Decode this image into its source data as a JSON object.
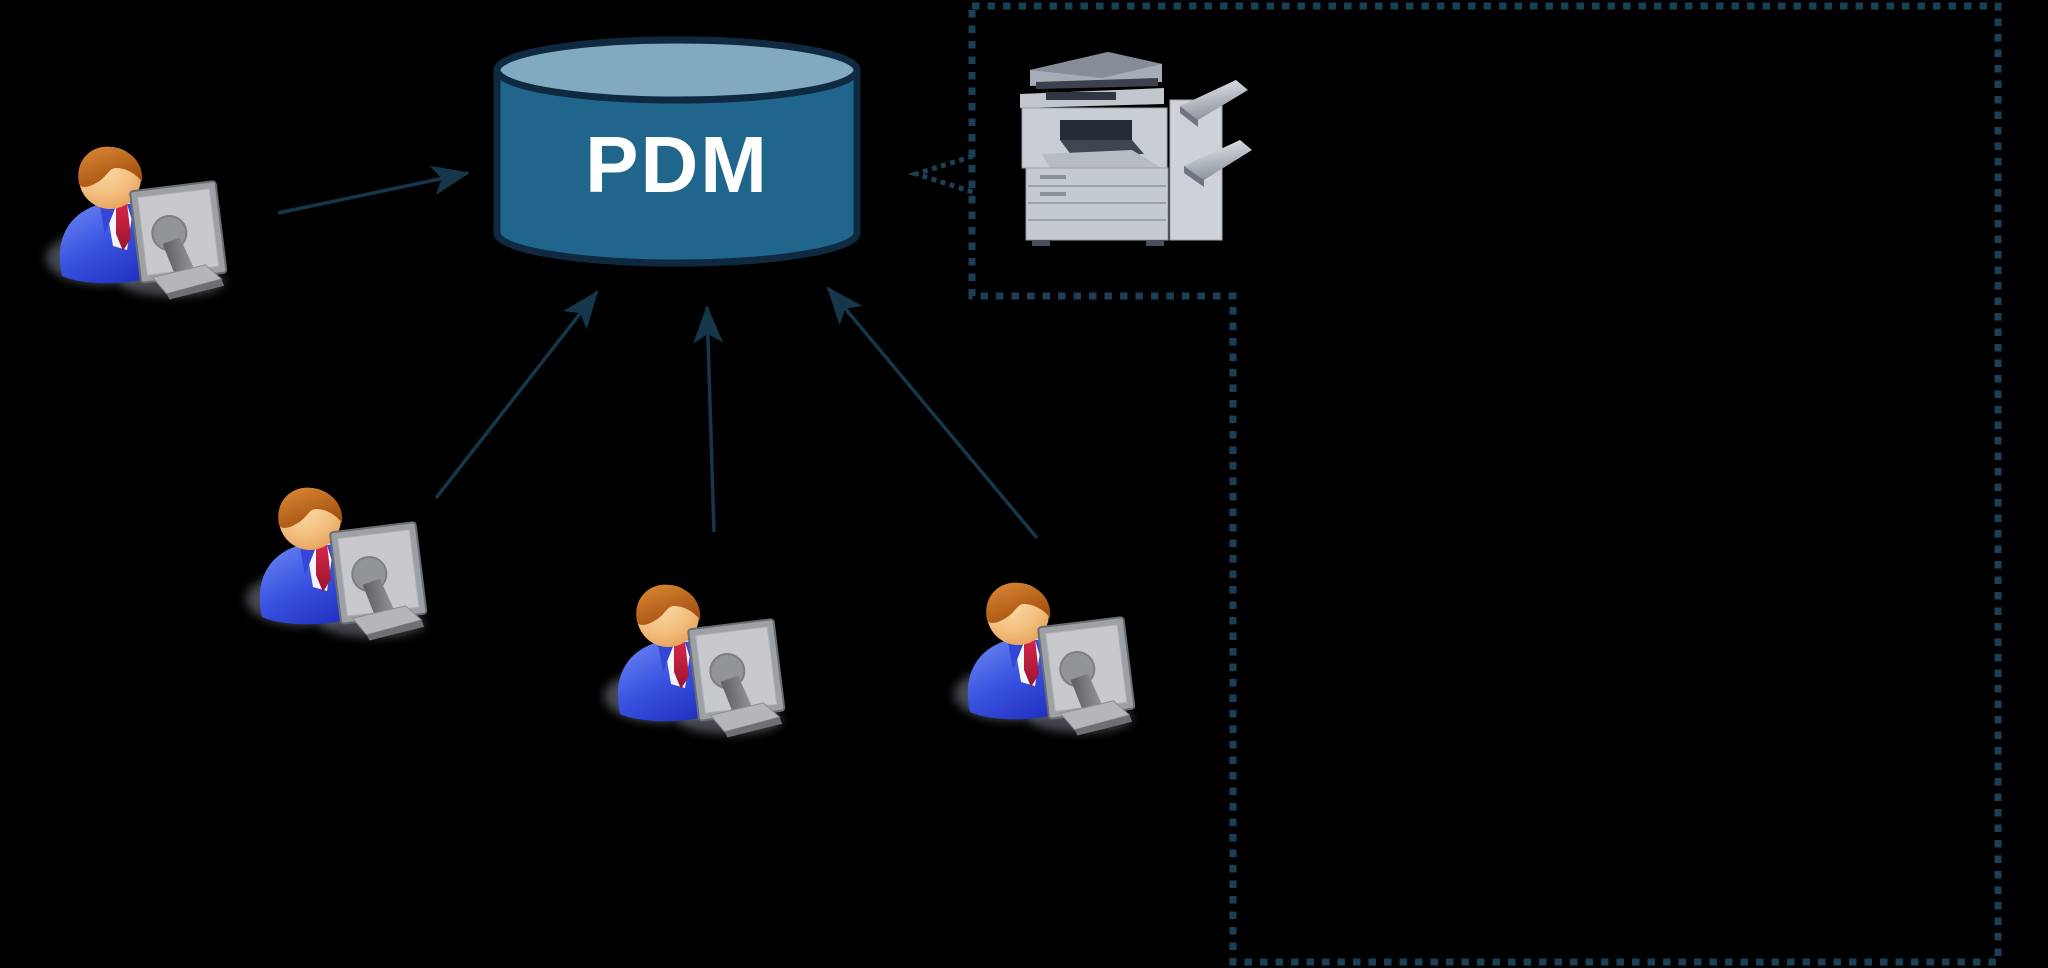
{
  "scene": {
    "background_color": "#000000",
    "pdm_node": {
      "label": "PDM",
      "shape": "database-cylinder",
      "body_color": "#20658C",
      "top_color": "#81A9C0",
      "outline_color": "#0E2940",
      "label_color": "#FFFFFF"
    },
    "dashed_boundary": {
      "style": "dashed",
      "color": "#1B4055",
      "shape": "L-shaped dashed region; upper-left bay contains the printer-copier"
    },
    "printer_icon": {
      "name": "printer-copier-icon",
      "body_color": "#C5C9D0",
      "detail_color": "#3C424D"
    },
    "user_icons": [
      {
        "name": "user-workstation-1",
        "position": "upper-left"
      },
      {
        "name": "user-workstation-2",
        "position": "middle-left"
      },
      {
        "name": "user-workstation-3",
        "position": "lower-center"
      },
      {
        "name": "user-workstation-4",
        "position": "lower-right"
      }
    ],
    "arrows": {
      "solid_color": "#16364A",
      "dashed_color": "#1B4055",
      "solid": [
        {
          "from": "user-workstation-1",
          "to": "PDM"
        },
        {
          "from": "user-workstation-2",
          "to": "PDM"
        },
        {
          "from": "user-workstation-3",
          "to": "PDM"
        },
        {
          "from": "user-workstation-4",
          "to": "PDM"
        }
      ],
      "dashed": [
        {
          "from": "printer-copier",
          "to": "PDM"
        }
      ]
    }
  }
}
